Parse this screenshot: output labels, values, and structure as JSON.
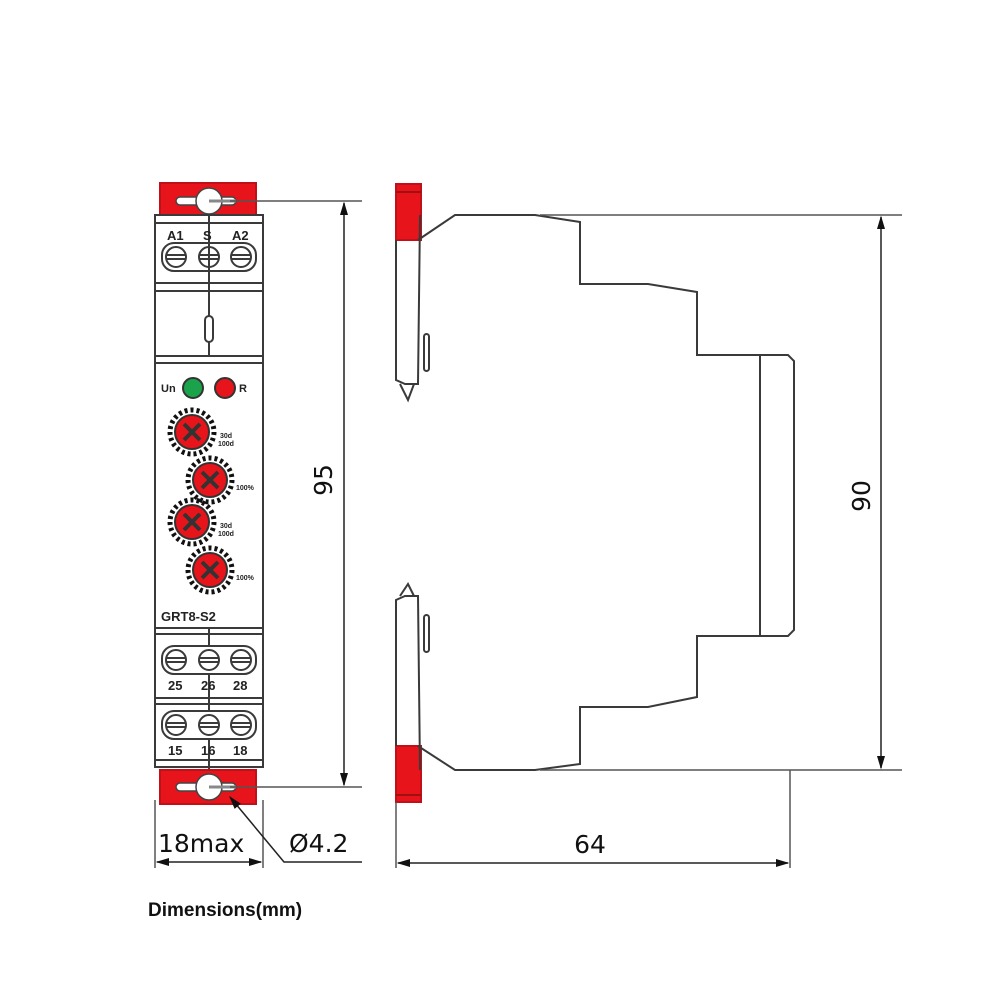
{
  "caption": "Dimensions(mm)",
  "colors": {
    "accent_red": "#e8141b",
    "led_green": "#1aa34a",
    "led_red": "#e8141b",
    "line": "#3a3a3a"
  },
  "front_view": {
    "top_terminal_labels": [
      "A1",
      "S",
      "A2"
    ],
    "led_labels": {
      "power": "Un",
      "relay": "R"
    },
    "model": "GRT8-S2",
    "dial_labels": {
      "range_a": "30d",
      "range_b": "100d",
      "percent": "100%"
    },
    "bottom_terminal_row1": [
      "25",
      "26",
      "28"
    ],
    "bottom_terminal_row2": [
      "15",
      "16",
      "18"
    ]
  },
  "dimensions": {
    "width": "18max",
    "hole": "Ø4.2",
    "height_front": "95",
    "height_side": "90",
    "depth": "64"
  }
}
